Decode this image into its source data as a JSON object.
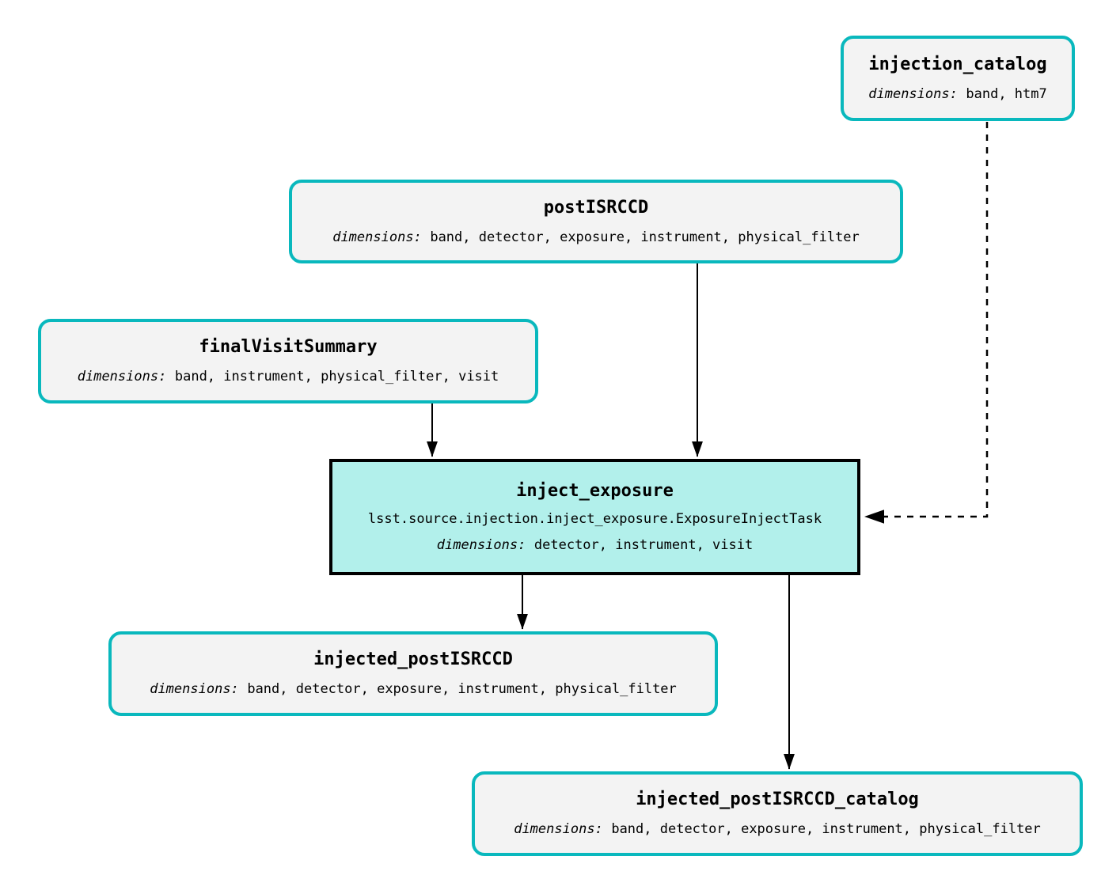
{
  "colors": {
    "dataset_border": "#09b8bd",
    "dataset_fill": "#f3f3f3",
    "task_fill": "#b2f0eb",
    "task_border": "#000000",
    "edge": "#000000",
    "background": "#ffffff"
  },
  "nodes": {
    "injection_catalog": {
      "title": "injection_catalog",
      "dims_label": "dimensions:",
      "dims": "band, htm7"
    },
    "postisrccd": {
      "title": "postISRCCD",
      "dims_label": "dimensions:",
      "dims": "band, detector, exposure, instrument, physical_filter"
    },
    "final_visit_summary": {
      "title": "finalVisitSummary",
      "dims_label": "dimensions:",
      "dims": "band, instrument, physical_filter, visit"
    },
    "inject_exposure": {
      "title": "inject_exposure",
      "task_class": "lsst.source.injection.inject_exposure.ExposureInjectTask",
      "dims_label": "dimensions:",
      "dims": "detector, instrument, visit"
    },
    "injected_postisrccd": {
      "title": "injected_postISRCCD",
      "dims_label": "dimensions:",
      "dims": "band, detector, exposure, instrument, physical_filter"
    },
    "injected_postisrccd_catalog": {
      "title": "injected_postISRCCD_catalog",
      "dims_label": "dimensions:",
      "dims": "band, detector, exposure, instrument, physical_filter"
    }
  },
  "edges": [
    {
      "from": "postISRCCD",
      "to": "inject_exposure",
      "style": "solid"
    },
    {
      "from": "finalVisitSummary",
      "to": "inject_exposure",
      "style": "solid"
    },
    {
      "from": "injection_catalog",
      "to": "inject_exposure",
      "style": "dashed"
    },
    {
      "from": "inject_exposure",
      "to": "injected_postISRCCD",
      "style": "solid"
    },
    {
      "from": "inject_exposure",
      "to": "injected_postISRCCD_catalog",
      "style": "solid"
    }
  ]
}
